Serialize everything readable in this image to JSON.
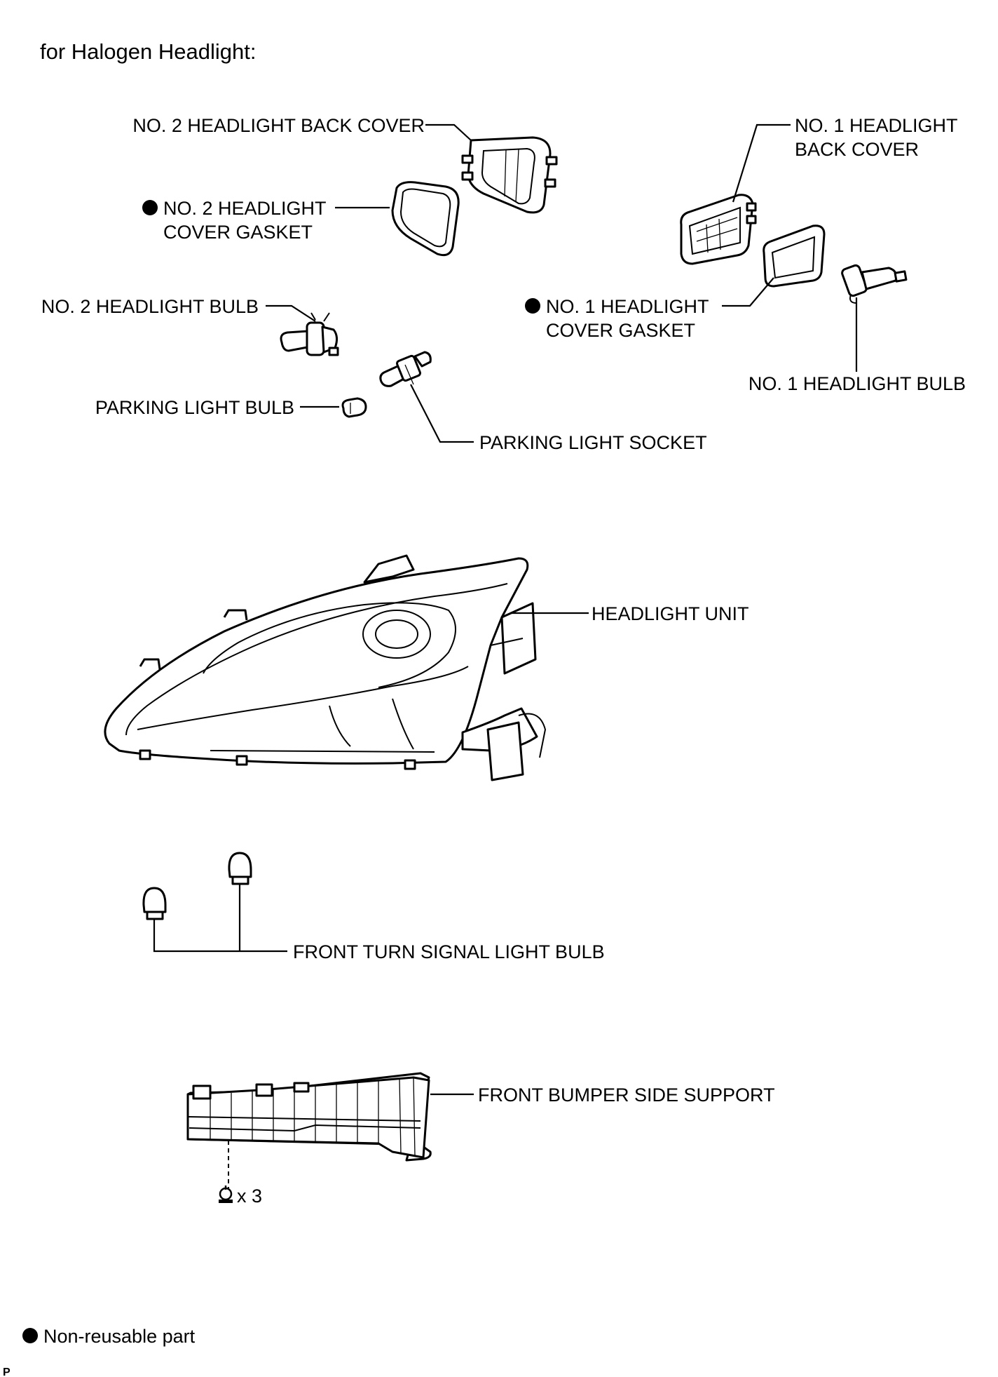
{
  "title": "for Halogen Headlight:",
  "callouts": {
    "no2_back_cover": "NO. 2 HEADLIGHT BACK COVER",
    "no2_gasket_line1": "NO. 2 HEADLIGHT",
    "no2_gasket_line2": "COVER GASKET",
    "no2_bulb": "NO. 2 HEADLIGHT BULB",
    "parking_bulb": "PARKING LIGHT BULB",
    "parking_socket": "PARKING LIGHT SOCKET",
    "no1_back_cover_line1": "NO. 1 HEADLIGHT",
    "no1_back_cover_line2": "BACK COVER",
    "no1_gasket_line1": "NO. 1 HEADLIGHT",
    "no1_gasket_line2": "COVER GASKET",
    "no1_bulb": "NO. 1 HEADLIGHT BULB",
    "headlight_unit": "HEADLIGHT UNIT",
    "turn_signal_bulb": "FRONT TURN SIGNAL LIGHT BULB",
    "bumper_side_support": "FRONT BUMPER SIDE SUPPORT",
    "screw_qty": "x 3"
  },
  "legend": {
    "non_reusable": "Non-reusable part"
  },
  "footer_mark": "P",
  "colors": {
    "ink": "#000000",
    "background": "#ffffff"
  }
}
